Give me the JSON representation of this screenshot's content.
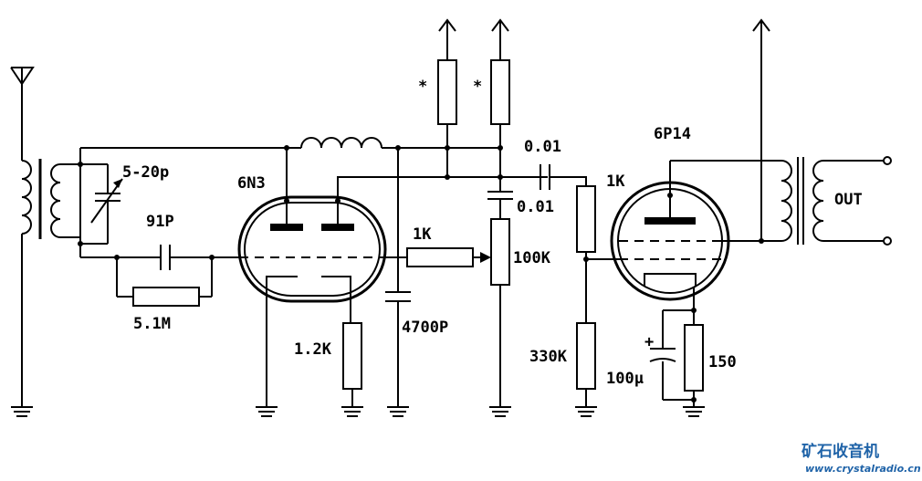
{
  "labels": {
    "tune_cap": "5-20p",
    "grid_cap": "91P",
    "grid_res": "5.1M",
    "tube1": "6N3",
    "cath_res": "1.2K",
    "bypass_cap": "4700P",
    "pot_series": "1K",
    "pot": "100K",
    "asterisk1": "*",
    "asterisk2": "*",
    "coupling_cap": "0.01",
    "plate_cap": "0.01",
    "grid_stop": "1K",
    "grid_leak": "330K",
    "tube2": "6P14",
    "cath_cap": "100μ",
    "cath_res2": "150",
    "output": "OUT",
    "cap_plus": "+"
  },
  "watermark": {
    "site_name": "矿石收音机",
    "url": "www.crystalradio.cn",
    "color": "#1f63a8"
  }
}
